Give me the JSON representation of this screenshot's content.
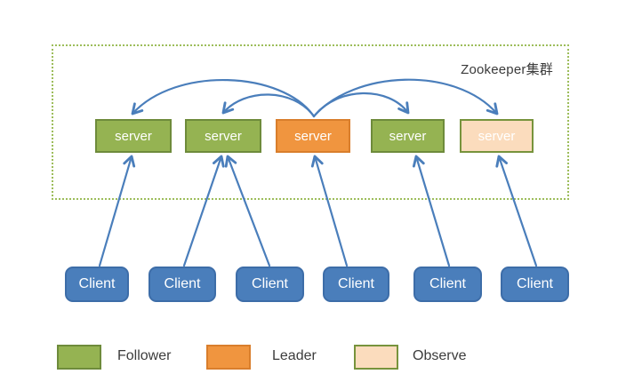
{
  "cluster": {
    "label": "Zookeeper集群"
  },
  "servers": [
    {
      "label": "server",
      "role": "Follower"
    },
    {
      "label": "server",
      "role": "Follower"
    },
    {
      "label": "server",
      "role": "Leader"
    },
    {
      "label": "server",
      "role": "Follower"
    },
    {
      "label": "server",
      "role": "Observe"
    }
  ],
  "clients": [
    {
      "label": "Client"
    },
    {
      "label": "Client"
    },
    {
      "label": "Client"
    },
    {
      "label": "Client"
    },
    {
      "label": "Client"
    },
    {
      "label": "Client"
    }
  ],
  "legend": {
    "items": [
      {
        "label": "Follower",
        "color": "#95B352"
      },
      {
        "label": "Leader",
        "color": "#F0953F"
      },
      {
        "label": "Observe",
        "color": "#FBDCBD"
      }
    ]
  },
  "colors": {
    "follower_fill": "#95B352",
    "follower_border": "#6E8B3B",
    "leader_fill": "#F0953F",
    "leader_border": "#D97E2C",
    "observe_fill": "#FBDCBD",
    "observe_border": "#77933C",
    "client_fill": "#4A7EBB",
    "client_border": "#3D6DA8",
    "arrow": "#4A7EBB",
    "cluster_border": "#9DBD5B"
  }
}
